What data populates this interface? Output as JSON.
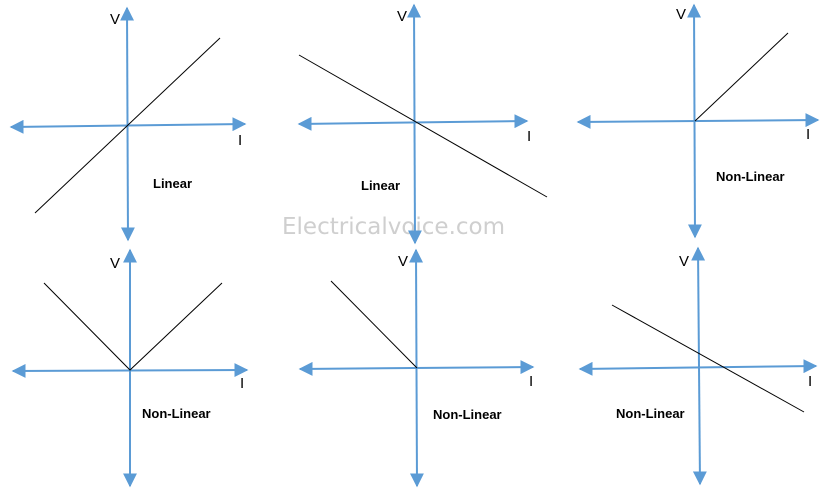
{
  "watermark": "Electricalvoice.com",
  "colors": {
    "axis": "#5b9bd5",
    "curve": "#000000",
    "watermark": "#cfcfcf"
  },
  "graphs": [
    {
      "id": "g1",
      "y_axis_label": "V",
      "x_axis_label": "I",
      "caption": "Linear"
    },
    {
      "id": "g2",
      "y_axis_label": "V",
      "x_axis_label": "I",
      "caption": "Linear"
    },
    {
      "id": "g3",
      "y_axis_label": "V",
      "x_axis_label": "I",
      "caption": "Non-Linear"
    },
    {
      "id": "g4",
      "y_axis_label": "V",
      "x_axis_label": "I",
      "caption": "Non-Linear"
    },
    {
      "id": "g5",
      "y_axis_label": "V",
      "x_axis_label": "I",
      "caption": "Non-Linear"
    },
    {
      "id": "g6",
      "y_axis_label": "V",
      "x_axis_label": "I",
      "caption": "Non-Linear"
    }
  ]
}
